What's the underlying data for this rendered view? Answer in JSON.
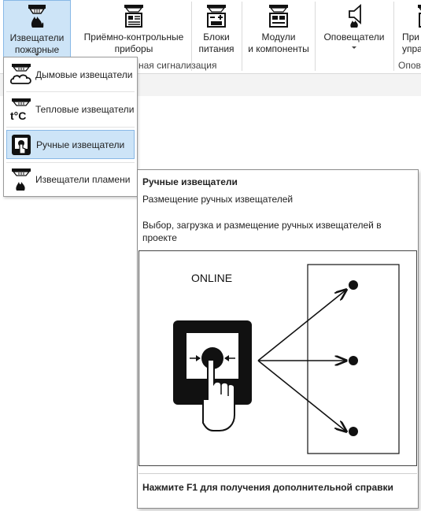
{
  "ribbon": {
    "buttons": [
      {
        "label_line1": "Извещатели",
        "label_line2": "пожарные",
        "icon": "fire-detector-icon"
      },
      {
        "label_line1": "Приёмно-контрольные",
        "label_line2": "приборы",
        "icon": "control-panel-icon"
      },
      {
        "label_line1": "Блоки",
        "label_line2": "питания",
        "icon": "power-supply-icon"
      },
      {
        "label_line1": "Модули",
        "label_line2": "и компоненты",
        "icon": "modules-icon"
      },
      {
        "label_line1": "Оповещатели",
        "label_line2": "",
        "icon": "sounder-icon"
      },
      {
        "label_line1": "При",
        "label_line2": "упра",
        "icon": "control-device-icon"
      }
    ],
    "group_label_1": "ная сигнализация",
    "group_label_2": "Опов"
  },
  "dropdown": {
    "items": [
      {
        "label": "Дымовые извещатели",
        "icon": "smoke-detector-icon"
      },
      {
        "label": "Тепловые извещатели",
        "icon": "heat-detector-icon"
      },
      {
        "label": "Ручные извещатели",
        "icon": "manual-call-point-icon"
      },
      {
        "label": "Извещатели пламени",
        "icon": "flame-detector-icon"
      }
    ],
    "selected_index": 2
  },
  "tooltip": {
    "title": "Ручные извещатели",
    "subtitle": "Размещение ручных извещателей",
    "description": "Выбор, загрузка и размещение ручных извещателей в проекте",
    "image_label": "ONLINE",
    "help": "Нажмите F1 для получения дополнительной справки"
  },
  "colors": {
    "selected_bg": "#cde4f7",
    "selected_border": "#88b8e6",
    "ribbon_bg": "#ffffff",
    "lower_bg": "#f3f3f3"
  }
}
